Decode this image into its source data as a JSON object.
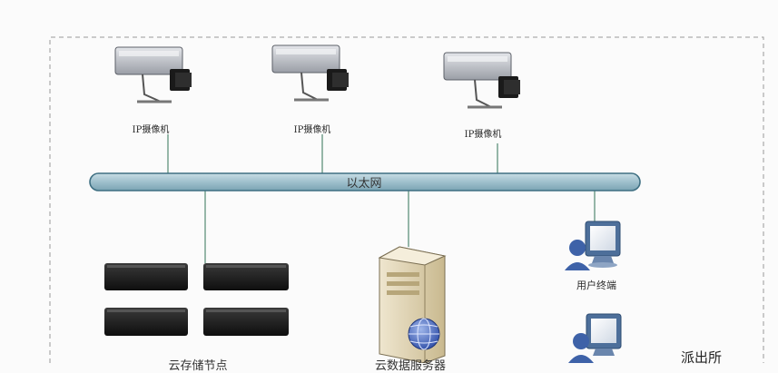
{
  "network": {
    "bus_label": "以太网"
  },
  "cameras": [
    {
      "label": "IP摄像机"
    },
    {
      "label": "IP摄像机"
    },
    {
      "label": "IP摄像机"
    }
  ],
  "terminals": {
    "user_terminal_label": "用户终端"
  },
  "storage": {
    "label_partial": "云存储节点"
  },
  "server": {
    "label_partial": "云数据服务器"
  },
  "station": {
    "label": "派出所"
  },
  "colors": {
    "bus_fill": "#9fc0cc",
    "bus_stroke": "#3e6f82",
    "line": "#6a9a86",
    "border_dash": "#9a9a9a",
    "storage_unit": "#1c1c1c",
    "monitor": "#4d6f9a"
  }
}
